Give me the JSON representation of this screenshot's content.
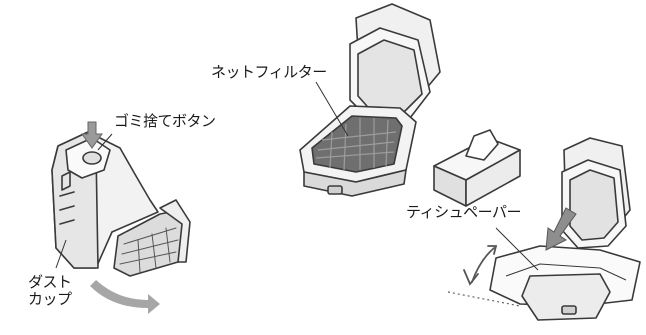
{
  "labels": {
    "garbage_button": "ゴミ捨てボタン",
    "net_filter": "ネットフィルター",
    "tissue_paper": "ティシュペーパー",
    "dust_cup_line1": "ダスト",
    "dust_cup_line2": "カップ"
  },
  "colors": {
    "outline": "#3a3a3a",
    "fill_light": "#f3f3f3",
    "fill_mid": "#cfcfcf",
    "filter_dark": "#6f6f6f",
    "arrow_gray": "#9a9a9a"
  },
  "icons": [
    "press-arrow-icon",
    "rotate-arrow-icon",
    "down-arrow-icon",
    "curved-up-arrow-icon"
  ]
}
